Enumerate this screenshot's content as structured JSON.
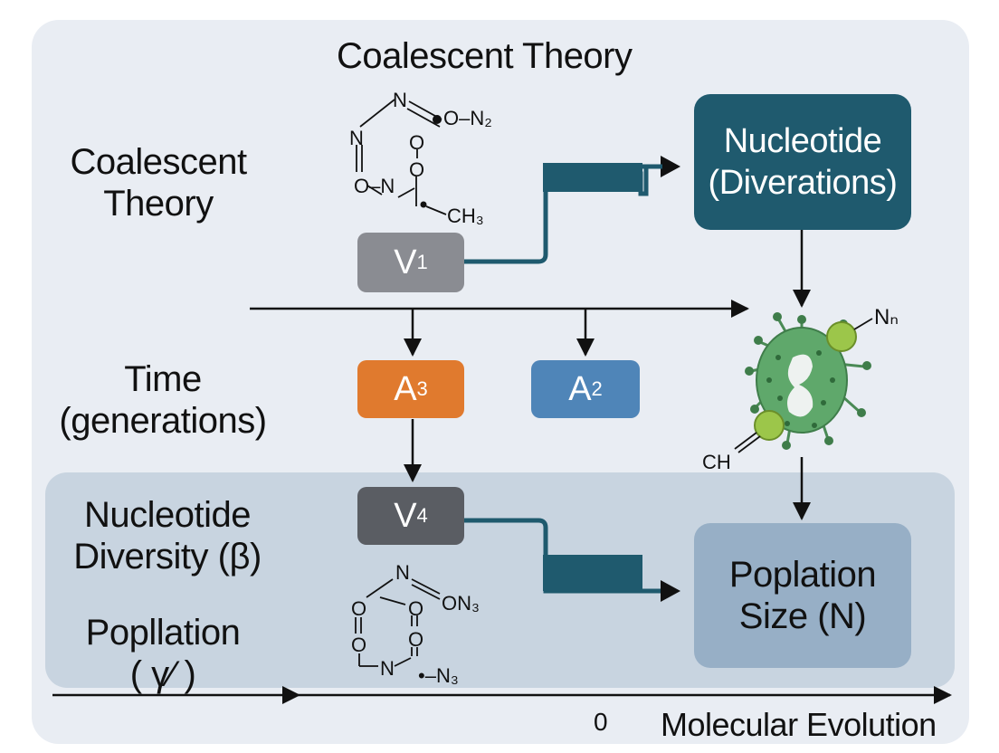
{
  "title": "Coalescent Theory",
  "left_labels": {
    "theory": [
      "Coalescent",
      "Theory"
    ],
    "time": [
      "Time",
      "(generations)"
    ],
    "diversity": [
      "Nucleotide",
      "Diversity (β)"
    ],
    "population": [
      "Popllation",
      "( γ⁄ )"
    ]
  },
  "nodes": {
    "v1": {
      "letter": "V",
      "sub": "1",
      "color": "#8a8c92"
    },
    "a3": {
      "letter": "A",
      "sub": "3",
      "color": "#e07a2e"
    },
    "a2": {
      "letter": "A",
      "sub": "2",
      "color": "#4f85b8"
    },
    "v4": {
      "letter": "V",
      "sub": "4",
      "color": "#5a5d63"
    }
  },
  "boxes": {
    "nucleotide": {
      "lines": [
        "Nucleotide",
        "(Diverations)"
      ],
      "color": "#1f5a6e"
    },
    "population_size": {
      "lines": [
        "Poplation",
        "Size (N)"
      ],
      "color": "#97afc6"
    }
  },
  "chem_labels": {
    "top": {
      "n1": "N",
      "o_n2": "O–N₂",
      "n2": "N",
      "o1": "O",
      "o2": "O",
      "o3": "O–N",
      "ch3": "CH₃"
    },
    "virus": {
      "nn": "Nₙ",
      "ch": "CH"
    },
    "bottom": {
      "n1": "N",
      "on3": "ON₃",
      "o1": "O",
      "o2": "O",
      "o3": "O",
      "o4": "O",
      "n2": "N",
      "n3": "•–N₃"
    }
  },
  "axis": {
    "zero": "0",
    "label": "Molecular Evolution"
  },
  "colors": {
    "panel": "#e9edf3",
    "lower_panel": "#c8d4e0",
    "connector": "#1f5a6e",
    "virus": "#5fa86b",
    "virus_ball": "#9cc64a"
  }
}
